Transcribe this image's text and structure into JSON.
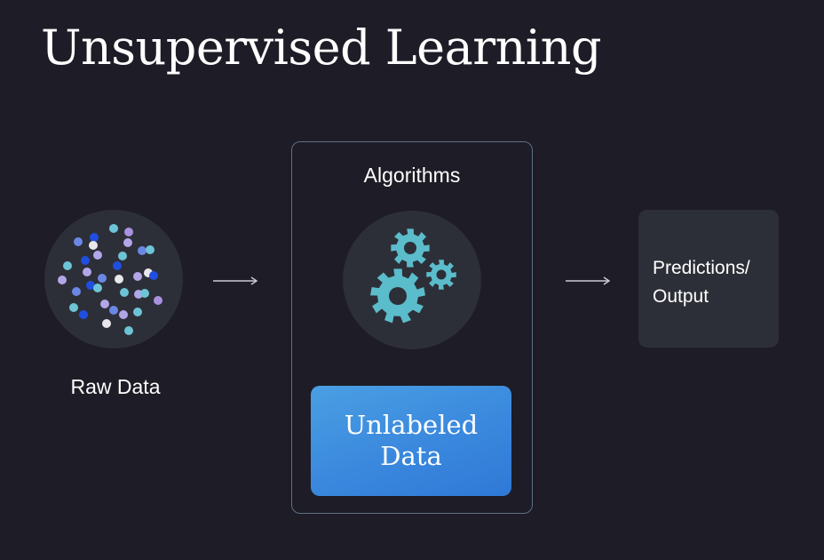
{
  "title": "Unsupervised Learning",
  "raw_data": {
    "label": "Raw Data",
    "icon": "scattered-dots-icon"
  },
  "algorithms": {
    "label": "Algorithms",
    "icon": "gears-icon"
  },
  "unlabeled_data": {
    "label": "Unlabeled Data"
  },
  "predictions": {
    "label": "Predictions/ Output"
  },
  "colors": {
    "background": "#1e1c26",
    "panel": "#2d2f38",
    "accent_blue": "#3a88de",
    "gear_teal": "#5bbccb",
    "box_border": "#5e6f86"
  }
}
